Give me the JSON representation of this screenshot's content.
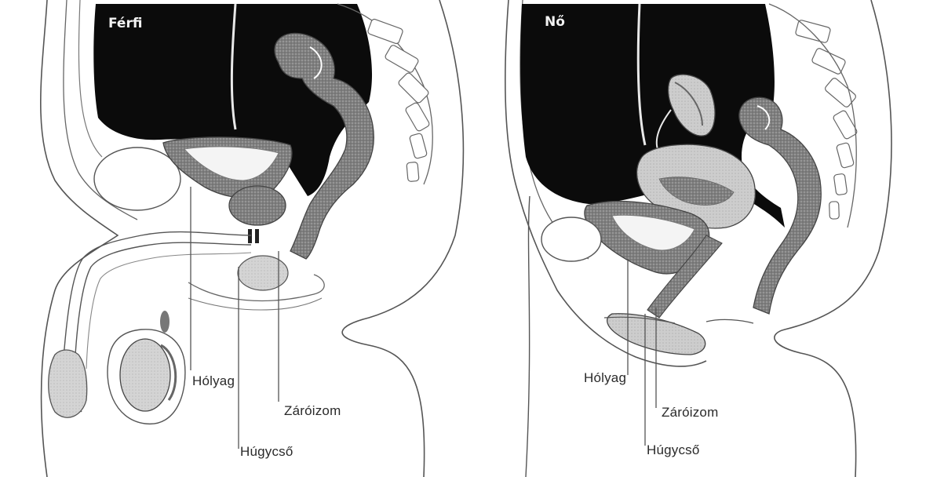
{
  "male": {
    "title": "Férfi",
    "labels": {
      "bladder": "Hólyag",
      "sphincter": "Záróizom",
      "urethra": "Húgycső"
    }
  },
  "female": {
    "title": "Nő",
    "labels": {
      "bladder": "Hólyag",
      "sphincter": "Záróizom",
      "urethra": "Húgycső"
    }
  },
  "colors": {
    "cavity": "#0b0b0b",
    "organ_dark": "#8a8a8a",
    "organ_light": "#cfcfcf",
    "outline": "#555555"
  }
}
